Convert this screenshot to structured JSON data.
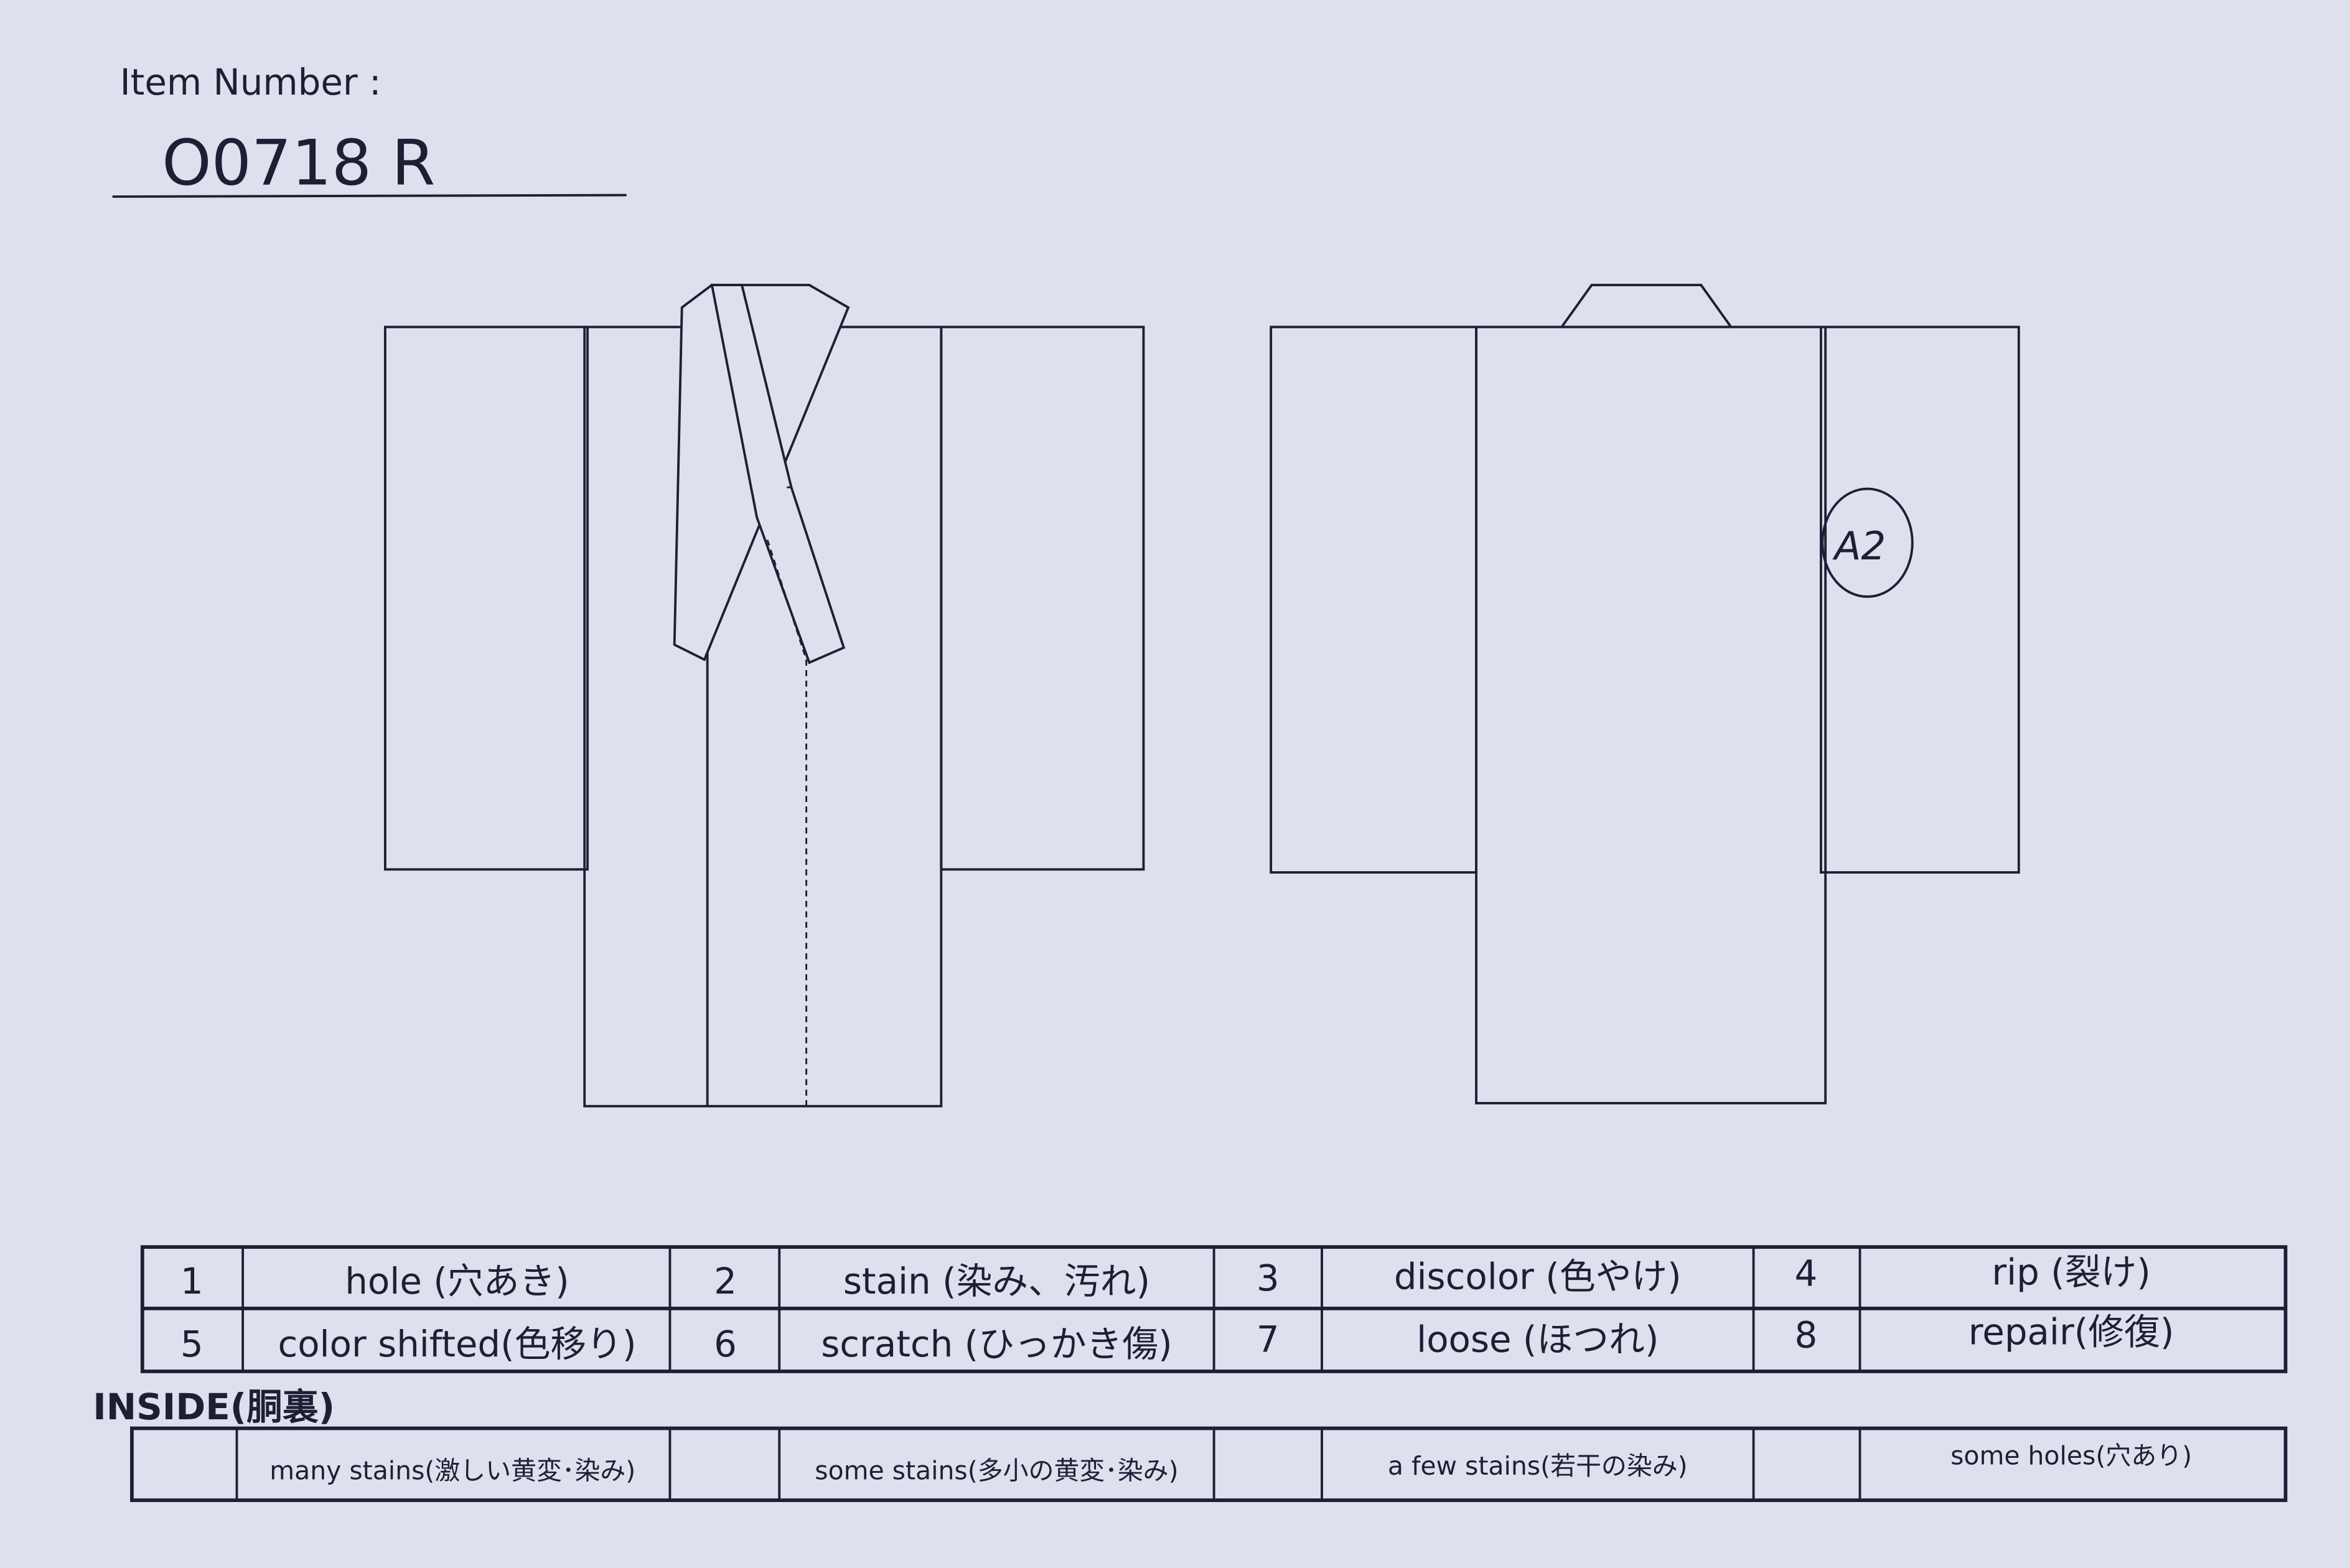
{
  "header": {
    "label": "Item Number :",
    "value": "O0718   R"
  },
  "annotation": {
    "mark": "A2"
  },
  "damage_legend": [
    {
      "num": "1",
      "label": "hole (穴あき)"
    },
    {
      "num": "2",
      "label": "stain (染み、汚れ)"
    },
    {
      "num": "3",
      "label": "discolor (色やけ)"
    },
    {
      "num": "4",
      "label": "rip (裂け)"
    },
    {
      "num": "5",
      "label": "color shifted(色移り)"
    },
    {
      "num": "6",
      "label": "scratch (ひっかき傷)"
    },
    {
      "num": "7",
      "label": "loose (ほつれ)"
    },
    {
      "num": "8",
      "label": "repair(修復)"
    }
  ],
  "inside": {
    "title": "INSIDE(胴裏)",
    "options": [
      "many stains(激しい黄変･染み)",
      "some stains(多小の黄変･染み)",
      "a few stains(若干の染み)",
      "some holes(穴あり)"
    ]
  }
}
